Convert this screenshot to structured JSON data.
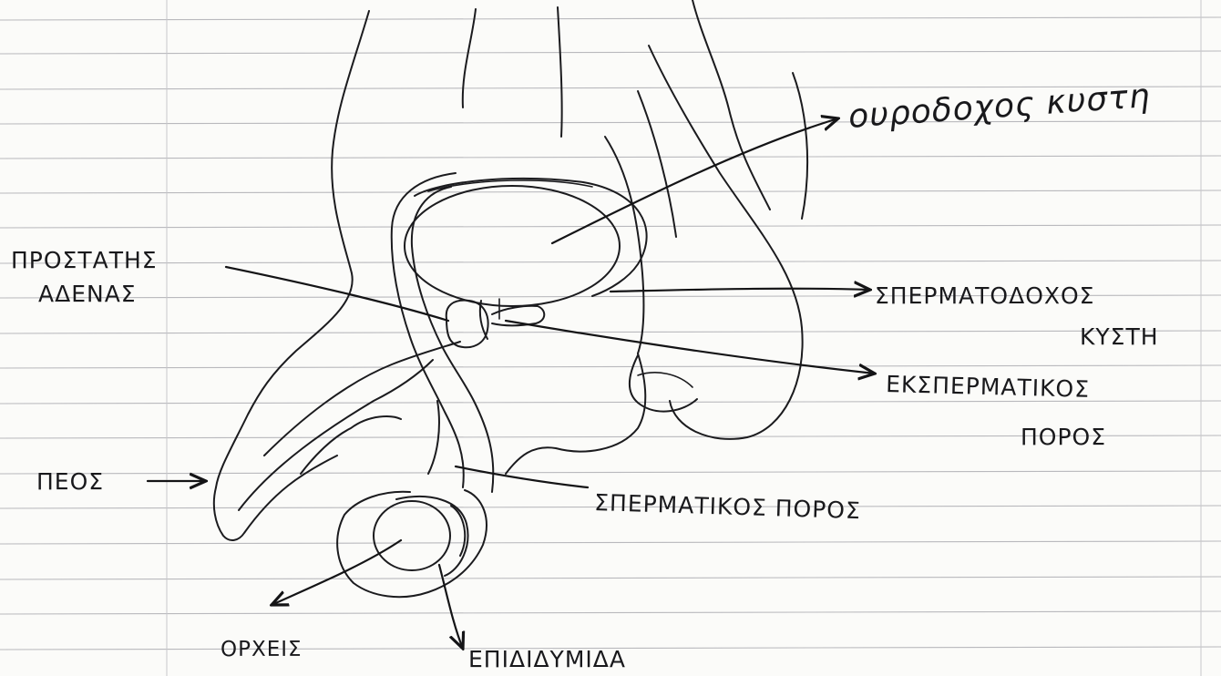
{
  "colors": {
    "ink": "#1b1b1e",
    "paper": "#fbfbf9",
    "rule": "#b9b9bd"
  },
  "labels": {
    "bladder": "ουροδοχος κυστη",
    "prostate_line1": "ΠΡΟΣΤΑΤΗΣ",
    "prostate_line2": "ΑΔΕΝΑΣ",
    "seminal_vesicle_line1": "ΣΠΕΡΜΑΤΟΔΟΧΟΣ",
    "seminal_vesicle_line2": "ΚΥΣΤΗ",
    "ejaculatory_duct_line1": "ΕΚΣΠΕΡΜΑΤΙΚΟΣ",
    "ejaculatory_duct_line2": "ΠΟΡΟΣ",
    "penis": "ΠΕΟΣ",
    "vas_deferens": "ΣΠΕΡΜΑΤΙΚΟΣ ΠΟΡΟΣ",
    "testes": "ΟΡΧΕΙΣ",
    "epididymis": "ΕΠΙΔΙΔΥΜΙΔΑ"
  }
}
